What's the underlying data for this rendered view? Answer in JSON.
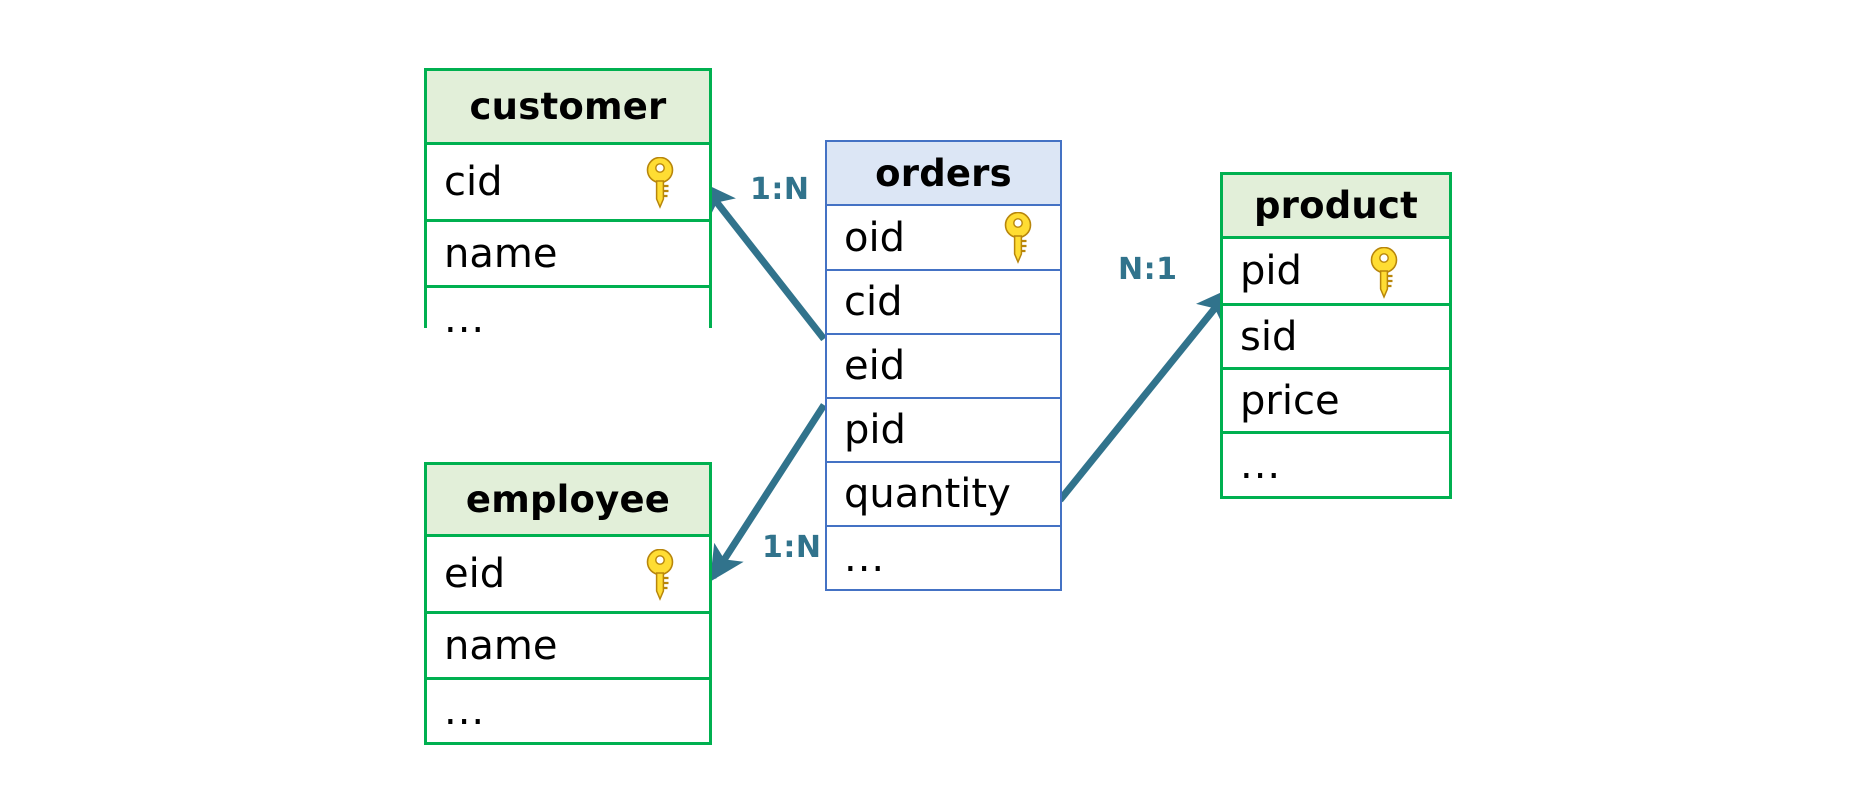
{
  "diagram": {
    "title": "relational schema diagram",
    "accent_blue": "#4472c4",
    "accent_green": "#00b050",
    "arrow_color": "#31738c",
    "key_color": "#ffd42a"
  },
  "tables": [
    {
      "id": "customer",
      "name": "customer",
      "color": "green",
      "rows": [
        {
          "label": "cid",
          "key": true
        },
        {
          "label": "name",
          "key": false
        },
        {
          "label": "...",
          "key": false
        }
      ]
    },
    {
      "id": "employee",
      "name": "employee",
      "color": "green",
      "rows": [
        {
          "label": "eid",
          "key": true
        },
        {
          "label": "name",
          "key": false
        },
        {
          "label": "...",
          "key": false
        }
      ]
    },
    {
      "id": "orders",
      "name": "orders",
      "color": "blue",
      "rows": [
        {
          "label": "oid",
          "key": true
        },
        {
          "label": "cid",
          "key": false
        },
        {
          "label": "eid",
          "key": false
        },
        {
          "label": "pid",
          "key": false
        },
        {
          "label": "quantity",
          "key": false
        },
        {
          "label": "...",
          "key": false
        }
      ]
    },
    {
      "id": "product",
      "name": "product",
      "color": "green",
      "rows": [
        {
          "label": "pid",
          "key": true
        },
        {
          "label": "sid",
          "key": false
        },
        {
          "label": "price",
          "key": false
        },
        {
          "label": "...",
          "key": false
        }
      ]
    }
  ],
  "relationships": [
    {
      "id": "orders-customer",
      "label": "1:N",
      "from": "orders.cid",
      "to": "customer.cid"
    },
    {
      "id": "orders-employee",
      "label": "1:N",
      "from": "orders.eid",
      "to": "employee.eid"
    },
    {
      "id": "orders-product",
      "label": "N:1",
      "from": "orders.pid",
      "to": "product.pid"
    }
  ],
  "icons": {
    "key": "key-icon"
  }
}
